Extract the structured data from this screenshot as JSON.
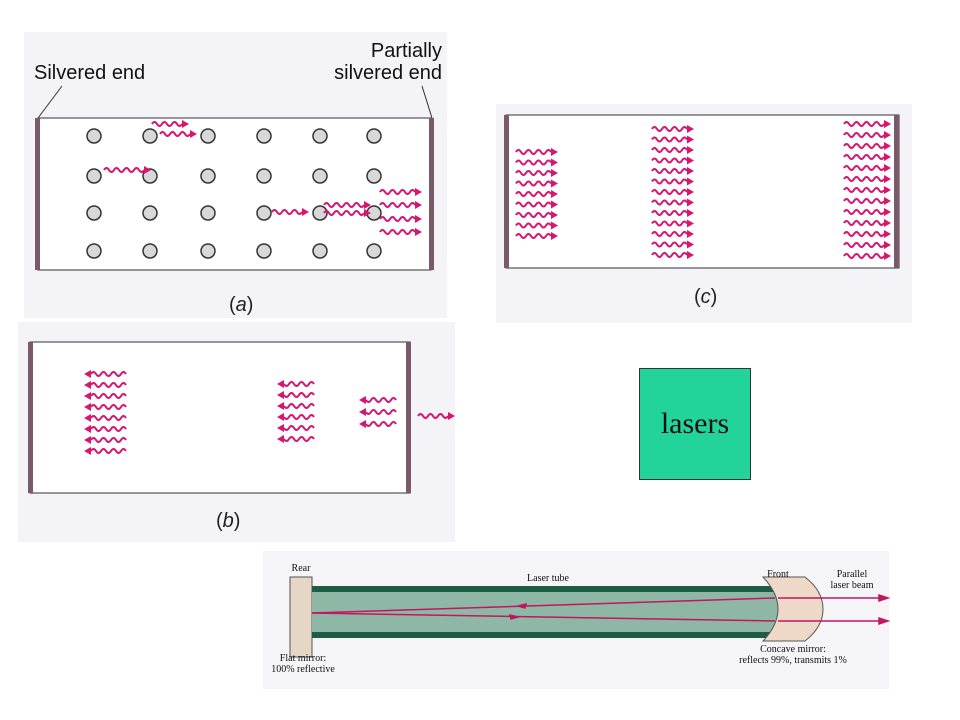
{
  "panel_a": {
    "silvered_end": "Silvered end",
    "partially_silvered_end_line1": "Partially",
    "partially_silvered_end_line2": "silvered end",
    "caption_open": "(",
    "caption_letter": "a",
    "caption_close": ")"
  },
  "panel_b": {
    "caption_open": "(",
    "caption_letter": "b",
    "caption_close": ")"
  },
  "panel_c": {
    "caption_open": "(",
    "caption_letter": "c",
    "caption_close": ")"
  },
  "title_box": {
    "text": "lasers",
    "color": "#22d39c"
  },
  "laser_diagram": {
    "rear": "Rear",
    "laser_tube": "Laser tube",
    "front": "Front",
    "parallel_beam_line1": "Parallel",
    "parallel_beam_line2": "laser beam",
    "flat_mirror_line1": "Flat mirror:",
    "flat_mirror_line2": "100% reflective",
    "concave_mirror_line1": "Concave mirror:",
    "concave_mirror_line2": "reflects 99%, transmits 1%"
  },
  "colors": {
    "photon": "#d6166f",
    "mirror": "#7a5a6a",
    "tube": "#1f5c45",
    "tube_fill": "#8fb7a6"
  }
}
